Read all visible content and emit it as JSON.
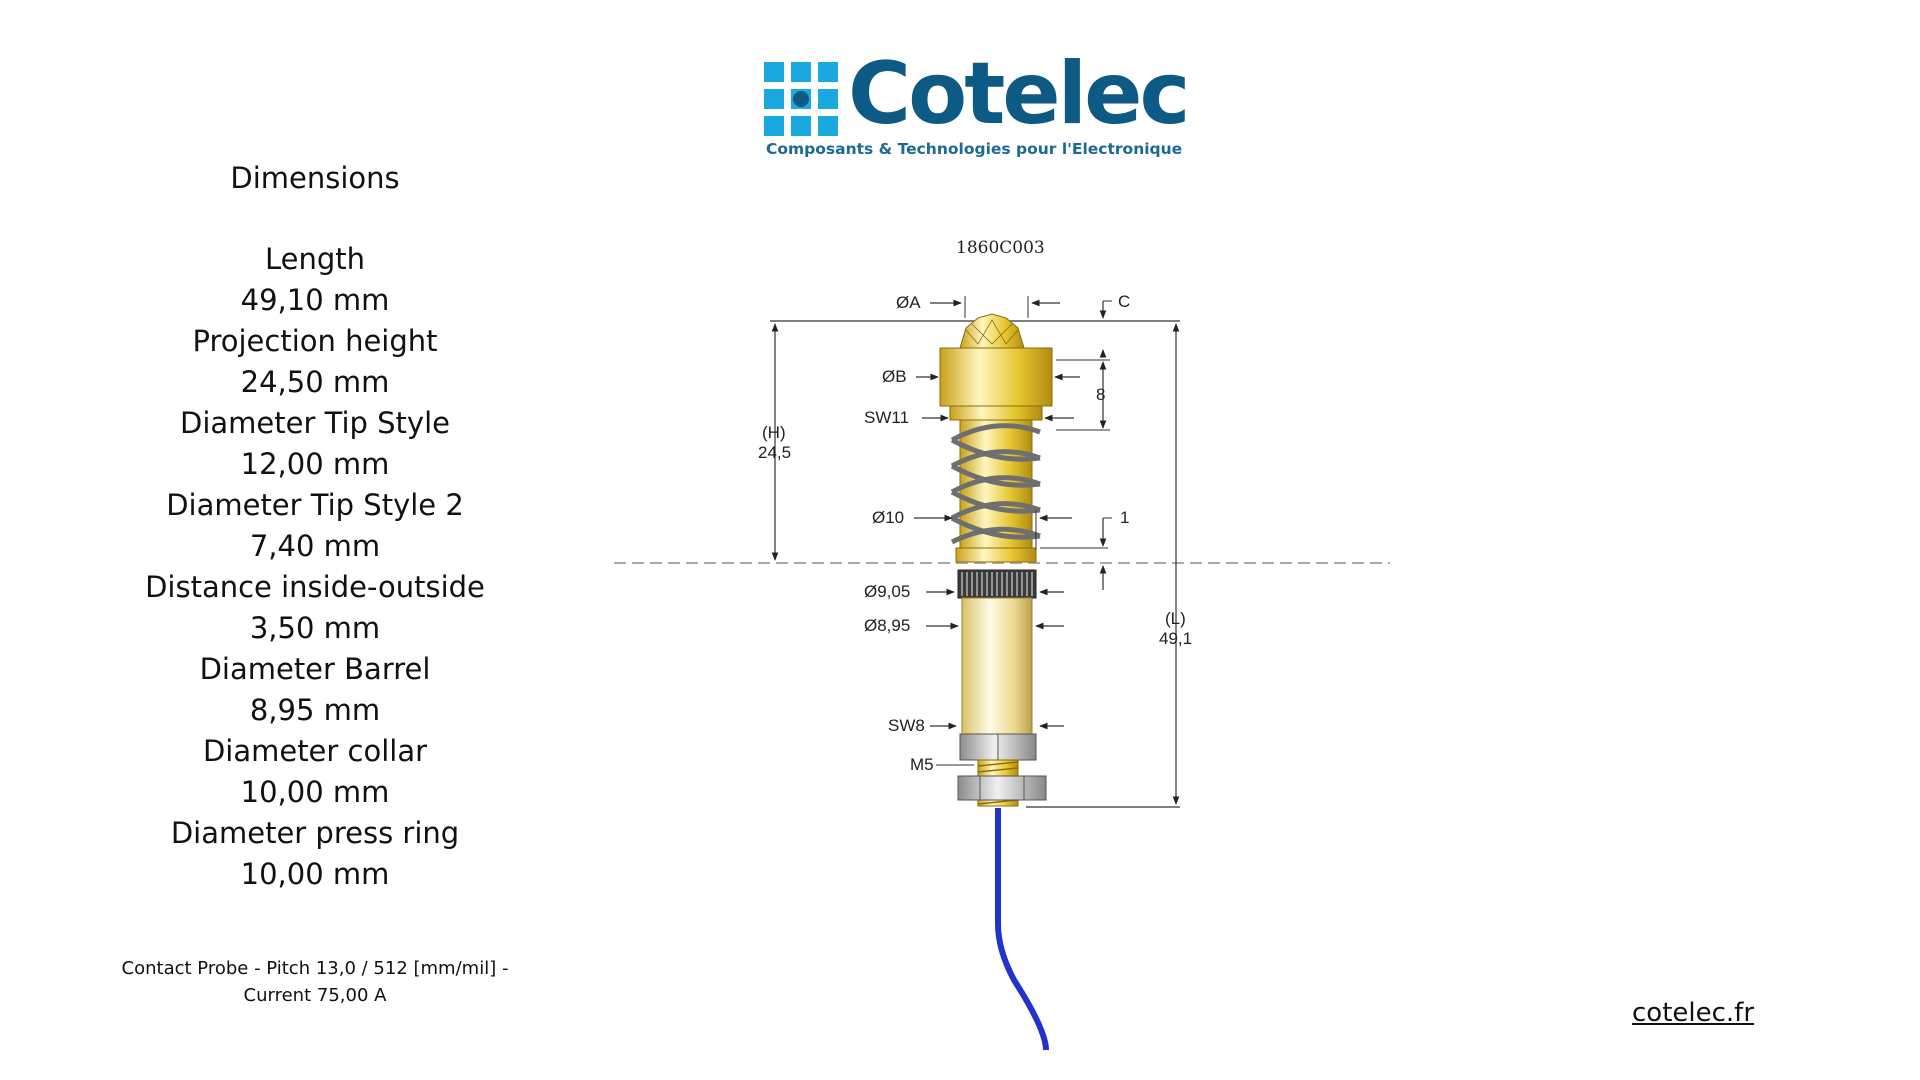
{
  "brand": {
    "name": "Cotelec",
    "tagline": "Composants & Technologies pour l'Electronique",
    "primary_color": "#0d5a85",
    "accent_color": "#1aa8e0",
    "logo_icon": "dot-grid-logo-icon"
  },
  "specs": {
    "heading": "Dimensions",
    "rows": [
      {
        "label": "Length",
        "value": "49,10 mm"
      },
      {
        "label": "Projection height",
        "value": "24,50 mm"
      },
      {
        "label": "Diameter Tip Style",
        "value": "12,00 mm"
      },
      {
        "label": "Diameter Tip Style 2",
        "value": "7,40 mm"
      },
      {
        "label": "Distance inside-outside",
        "value": "3,50 mm"
      },
      {
        "label": "Diameter Barrel",
        "value": "8,95 mm"
      },
      {
        "label": "Diameter collar",
        "value": "10,00 mm"
      },
      {
        "label": "Diameter press ring",
        "value": "10,00 mm"
      }
    ]
  },
  "description": {
    "line1": "Contact Probe - Pitch 13,0 / 512 [mm/mil] -",
    "line2": "Current 75,00 A"
  },
  "drawing": {
    "part_number": "1860C003",
    "labels": {
      "diam_a": "ØA",
      "c": "C",
      "diam_b": "ØB",
      "eight": "8",
      "sw11": "SW11",
      "h": "(H)",
      "h_value": "24,5",
      "diam_10": "Ø10",
      "one": "1",
      "diam_905": "Ø9,05",
      "diam_895": "Ø8,95",
      "l": "(L)",
      "l_value": "49,1",
      "sw8": "SW8",
      "m5": "M5"
    },
    "colors": {
      "brass": "#e6c630",
      "brass_light": "#fff6c0",
      "spring": "#7a7a7a",
      "nut": "#b5b5b5",
      "cable": "#2233cc"
    }
  },
  "footer": {
    "link_text": "cotelec.fr"
  }
}
